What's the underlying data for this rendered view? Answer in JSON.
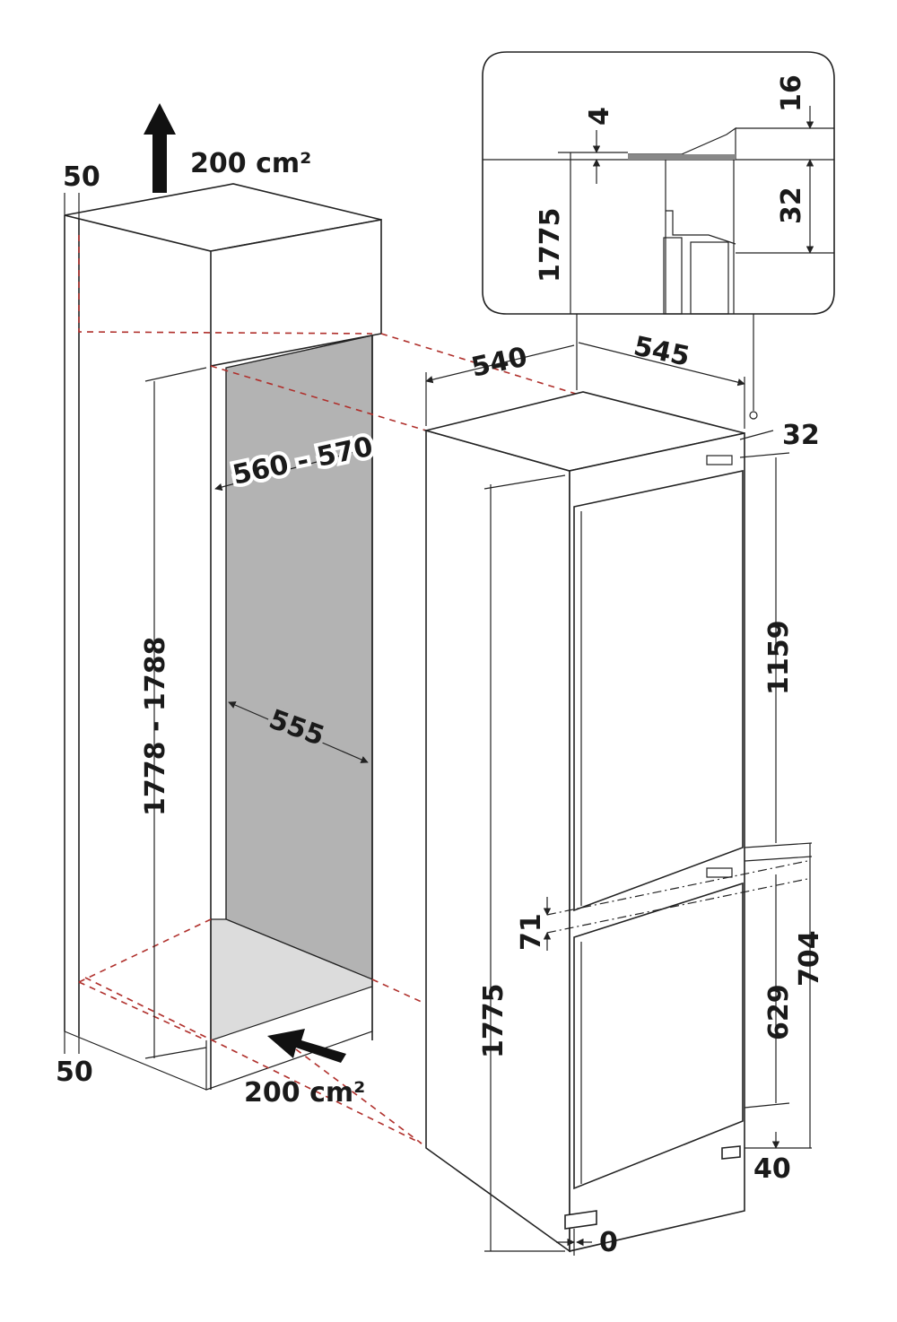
{
  "cabinet": {
    "top_side_gap": "50",
    "top_vent_area": "200 cm²",
    "niche_width": "560 - 570",
    "niche_height": "1778 - 1788",
    "niche_depth": "555",
    "bottom_side_gap": "50",
    "bottom_vent_area": "200 cm²"
  },
  "appliance": {
    "width": "540",
    "depth": "545",
    "top_offset": "32",
    "upper_door_height": "1159",
    "door_gap": "71",
    "lower_section_height": "704",
    "lower_door_height": "629",
    "total_height": "1775",
    "bottom_offset": "40",
    "front_offset": "0"
  },
  "detail_inset": {
    "top_gap": "16",
    "hinge_gap": "4",
    "height": "1775",
    "bracket_height": "32"
  },
  "colors": {
    "line": "#222222",
    "dashed": "#b0302c",
    "niche_back": "#b3b3b3",
    "niche_floor": "#d9d9d9"
  }
}
